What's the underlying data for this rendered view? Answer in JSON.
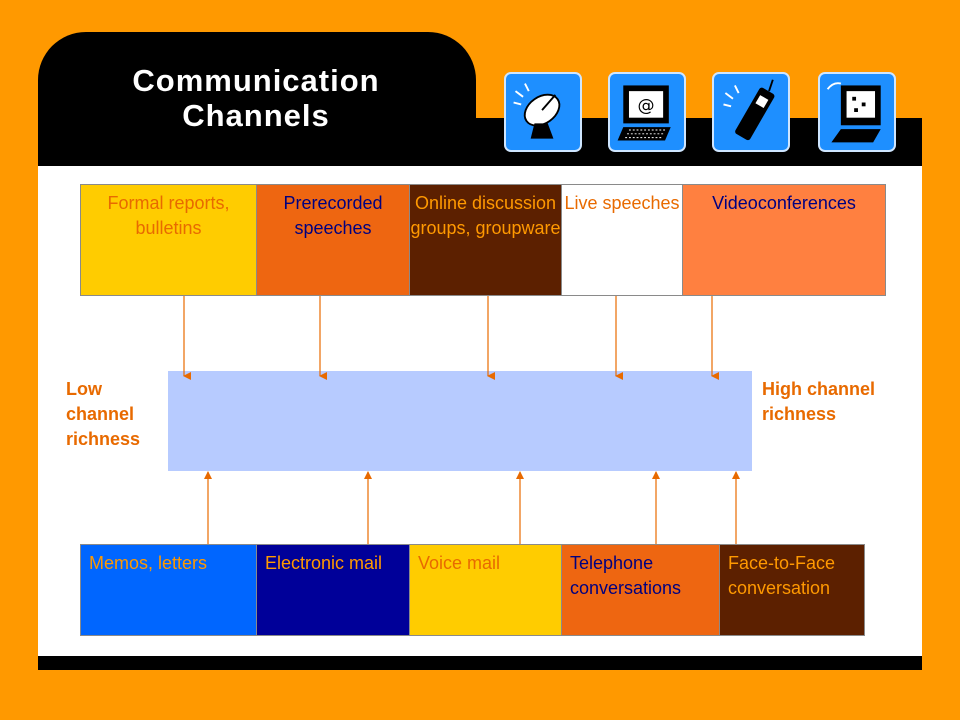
{
  "title": "Communication Channels",
  "icons": [
    "satellite-dish-icon",
    "computer-email-icon",
    "cell-phone-icon",
    "computer-terminal-icon"
  ],
  "top_boxes": [
    {
      "label": "Formal reports, bulletins",
      "bg": "#FFCC00",
      "color": "#E86A00"
    },
    {
      "label": "Prerecorded speeches",
      "bg": "#EE6611",
      "color": "#000080"
    },
    {
      "label": "Online discussion groups, groupware",
      "bg": "#5C2000",
      "color": "#FF9900"
    },
    {
      "label": "Live speeches",
      "bg": "#FFFFFF",
      "color": "#E86A00"
    },
    {
      "label": "Videoconferences",
      "bg": "#FF8040",
      "color": "#000080"
    }
  ],
  "bottom_boxes": [
    {
      "label": "Memos, letters",
      "bg": "#0066FF",
      "color": "#FF9900"
    },
    {
      "label": "Electronic mail",
      "bg": "#000099",
      "color": "#FF9900"
    },
    {
      "label": "Voice mail",
      "bg": "#FFCC00",
      "color": "#E86A00"
    },
    {
      "label": "Telephone conversations",
      "bg": "#EE6611",
      "color": "#000080"
    },
    {
      "label": "Face-to-Face conversation",
      "bg": "#5C2000",
      "color": "#FF9900"
    }
  ],
  "low_label": "Low channel richness",
  "high_label": "High channel richness",
  "colors": {
    "background": "#FF9900",
    "frame": "#000000",
    "scale_bar": "#B7CBFF",
    "arrow": "#E86A00"
  }
}
